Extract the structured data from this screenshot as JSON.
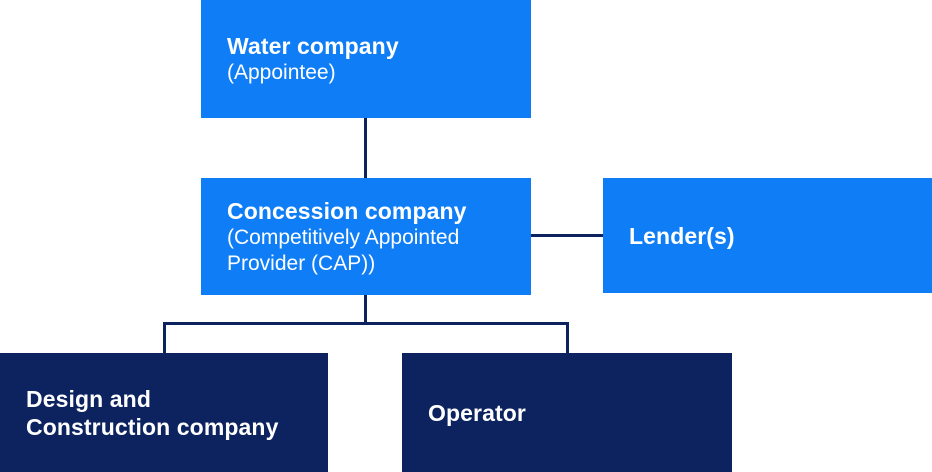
{
  "diagram": {
    "type": "organisation-structure",
    "boxes": {
      "water": {
        "title": "Water company",
        "subtitle": "(Appointee)"
      },
      "concession": {
        "title": "Concession company",
        "subtitle_line1": "(Competitively Appointed",
        "subtitle_line2": "Provider (CAP))"
      },
      "lender": {
        "title": "Lender(s)"
      },
      "design": {
        "title_line1": "Design and",
        "title_line2": "Construction company"
      },
      "operator": {
        "title": "Operator"
      }
    },
    "connections": [
      {
        "from": "water",
        "to": "concession"
      },
      {
        "from": "concession",
        "to": "lender"
      },
      {
        "from": "concession",
        "to": "design"
      },
      {
        "from": "concession",
        "to": "operator"
      }
    ],
    "colors": {
      "blue": "#0f7ef6",
      "navy": "#0c2360",
      "connector": "#0c2360",
      "text": "#ffffff",
      "background": "#ffffff"
    }
  }
}
